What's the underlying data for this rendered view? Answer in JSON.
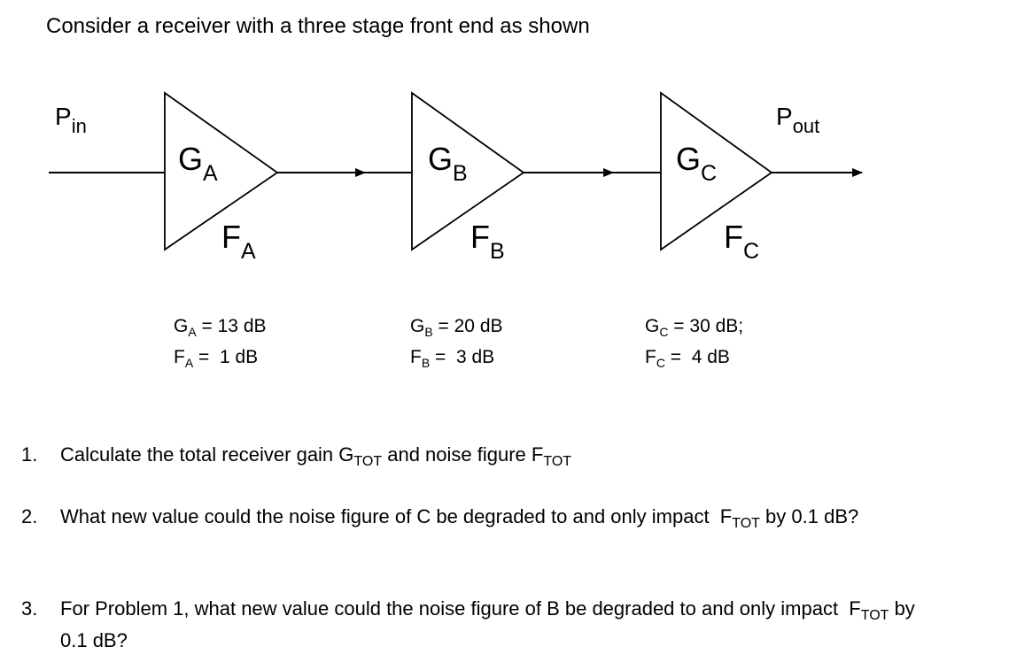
{
  "intro": "Consider a receiver with a three stage front end as shown",
  "diagram": {
    "input": {
      "base": "P",
      "sub": "in"
    },
    "output": {
      "base": "P",
      "sub": "out"
    },
    "stages": [
      {
        "name": "A",
        "gain_label": {
          "base": "G",
          "sub": "A"
        },
        "nf_label": {
          "base": "F",
          "sub": "A"
        }
      },
      {
        "name": "B",
        "gain_label": {
          "base": "G",
          "sub": "B"
        },
        "nf_label": {
          "base": "F",
          "sub": "B"
        }
      },
      {
        "name": "C",
        "gain_label": {
          "base": "G",
          "sub": "C"
        },
        "nf_label": {
          "base": "F",
          "sub": "C"
        }
      }
    ]
  },
  "params": [
    {
      "gain": {
        "base": "G",
        "sub": "A",
        "eq": " = 13 dB"
      },
      "nf": {
        "base": "F",
        "sub": "A",
        "eq": " =  1 dB"
      }
    },
    {
      "gain": {
        "base": "G",
        "sub": "B",
        "eq": " = 20 dB"
      },
      "nf": {
        "base": "F",
        "sub": "B",
        "eq": " =  3 dB"
      }
    },
    {
      "gain": {
        "base": "G",
        "sub": "C",
        "eq": " = 30 dB;"
      },
      "nf": {
        "base": "F",
        "sub": "C",
        "eq": " =  4 dB"
      }
    }
  ],
  "questions": [
    {
      "num": "1.",
      "parts": [
        "Calculate the total receiver gain G",
        "TOT",
        " and noise figure F",
        "TOT",
        ""
      ]
    },
    {
      "num": "2.",
      "parts": [
        "What new value could the noise figure of C be degraded to and only impact  F",
        "TOT",
        " by 0.1 dB?"
      ]
    },
    {
      "num": "3.",
      "parts": [
        "For Problem 1, what new value could the noise figure of B be degraded to and only impact  F",
        "TOT",
        " by 0.1 dB?"
      ]
    }
  ]
}
